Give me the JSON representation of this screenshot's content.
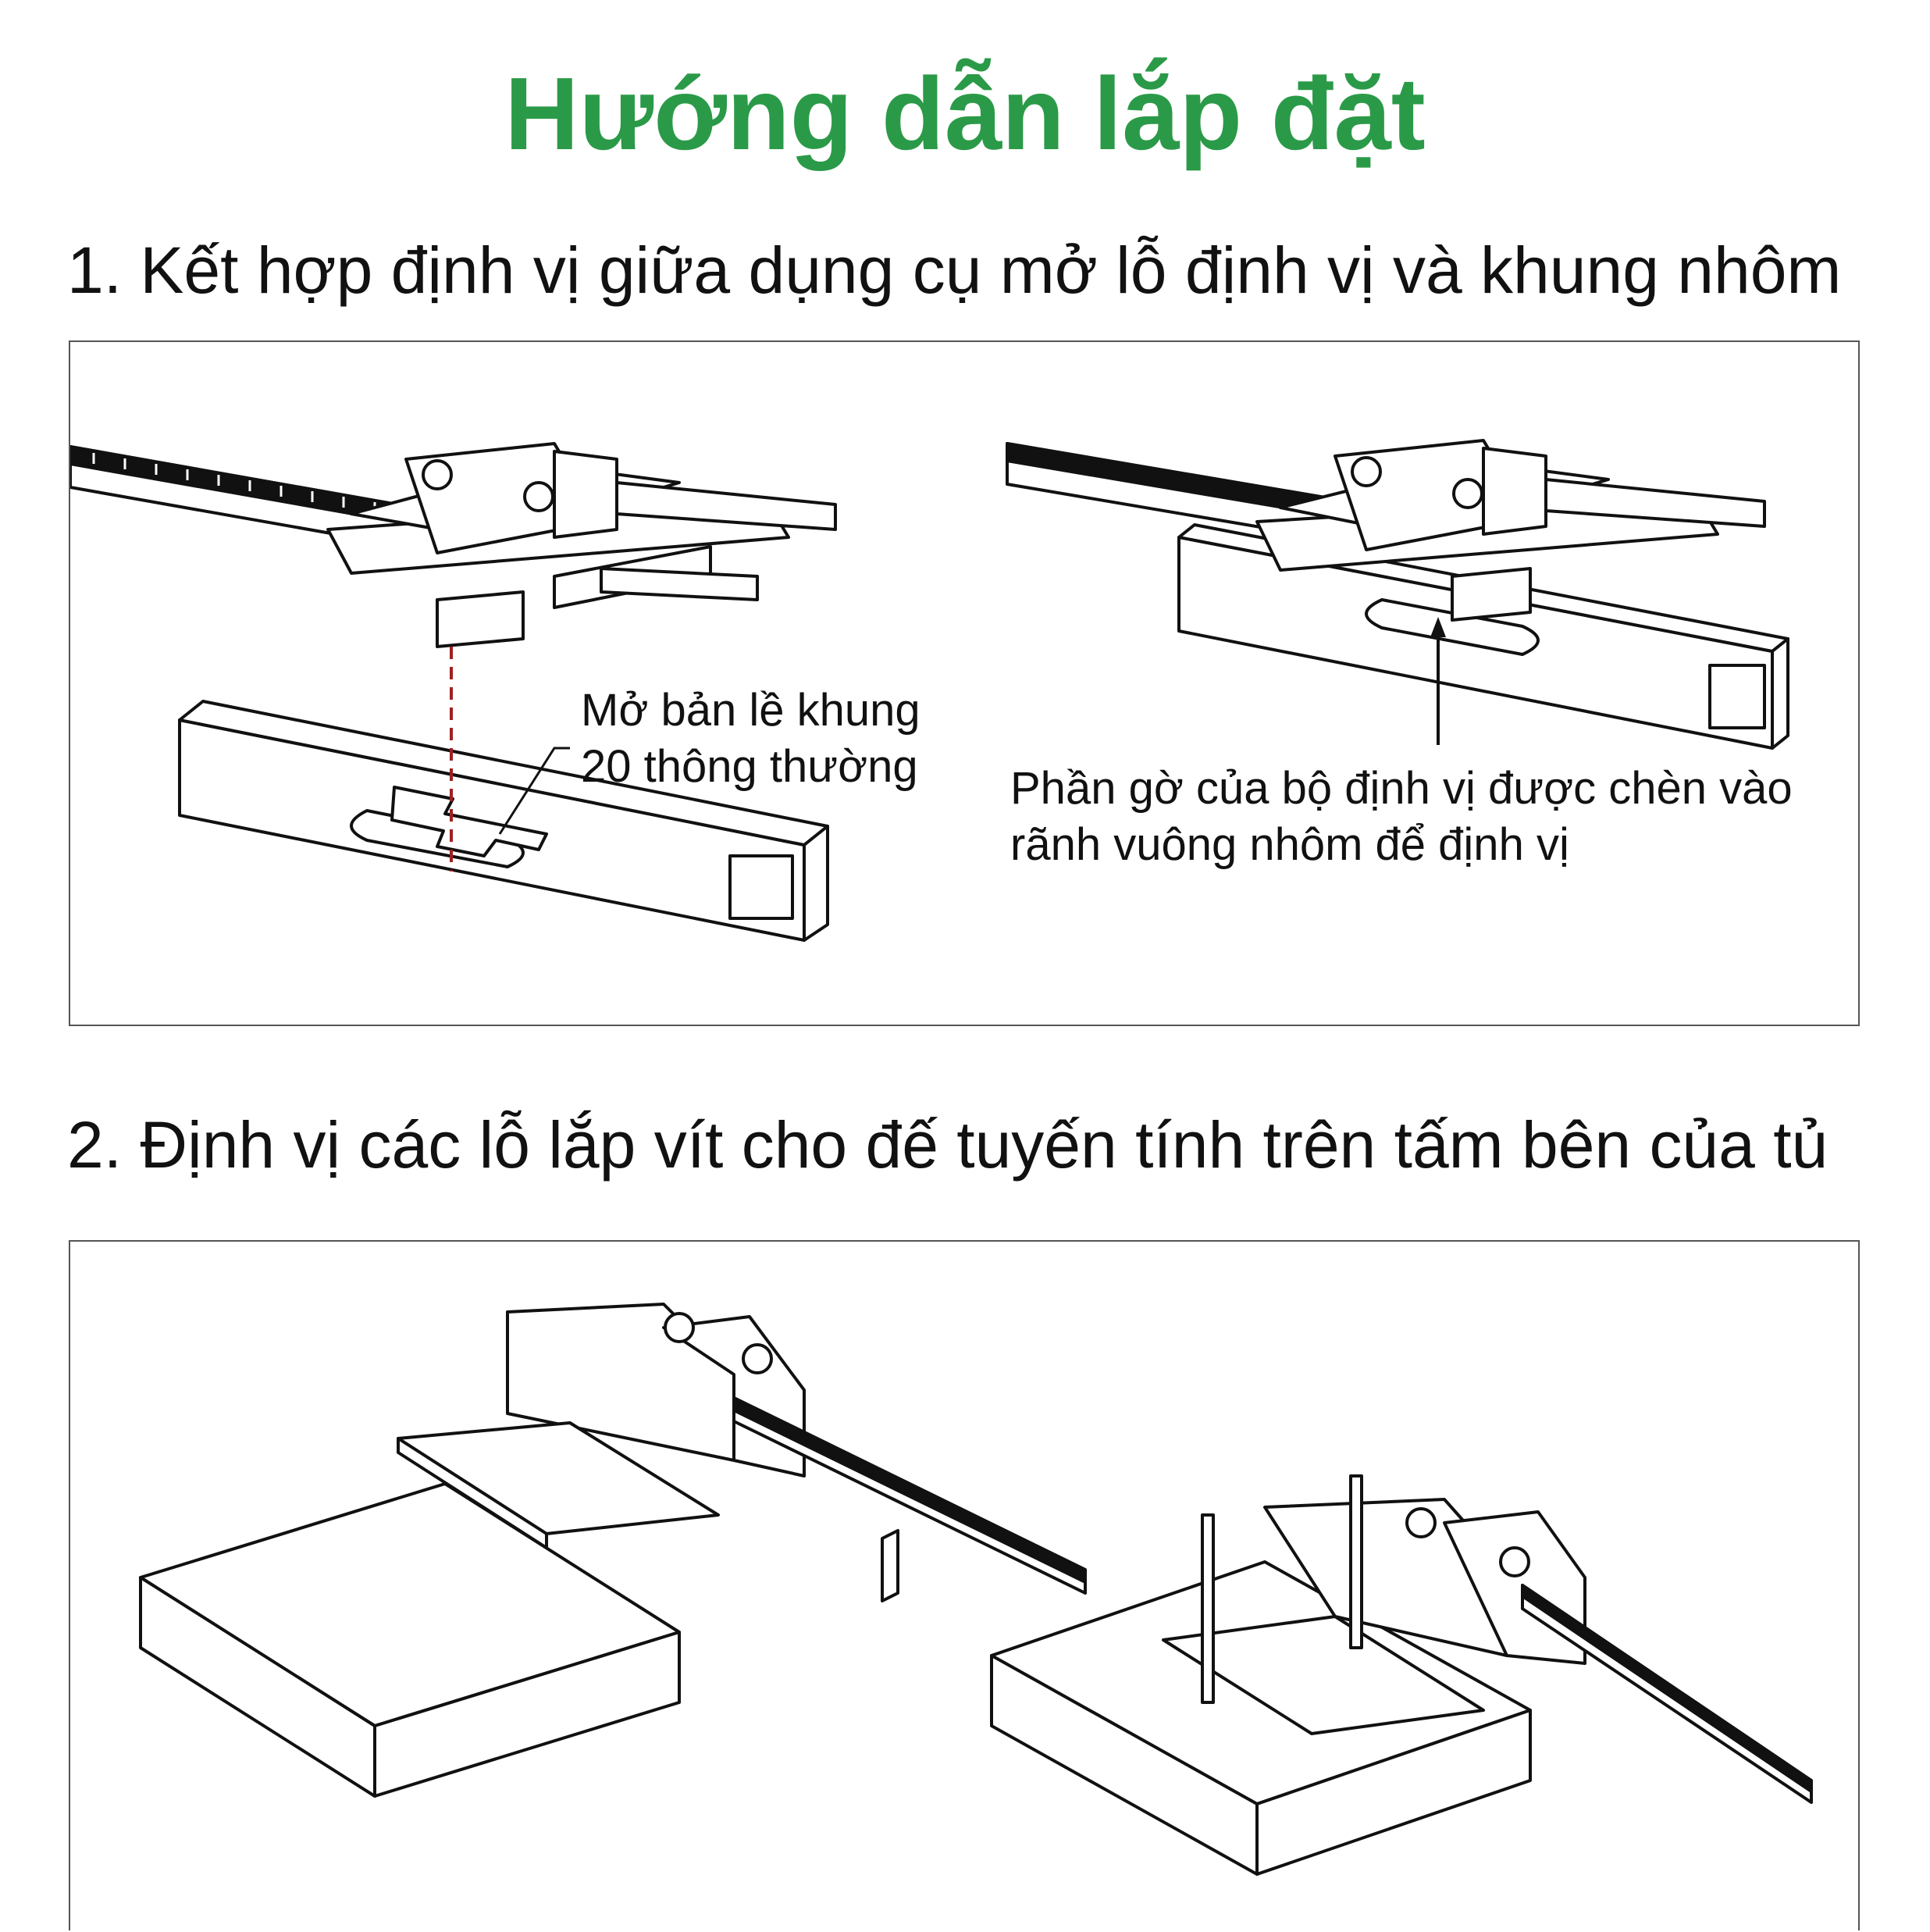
{
  "page": {
    "title": "Hướng dẫn lắp đặt",
    "accent_color": "#2b9a48"
  },
  "steps": [
    {
      "heading": "1. Kết hợp định vị giữa dụng cụ mở lỗ định vị và khung nhôm",
      "callouts": [
        {
          "lines": [
            "Mở bản lề khung",
            "20 thông thường"
          ]
        },
        {
          "lines": [
            "Phần gờ của bộ định vị được chèn vào",
            "rãnh vuông nhôm để định vị"
          ]
        }
      ]
    },
    {
      "heading": "2. Định vị các lỗ lắp vít cho đế tuyến tính trên tấm bên của tủ"
    }
  ]
}
